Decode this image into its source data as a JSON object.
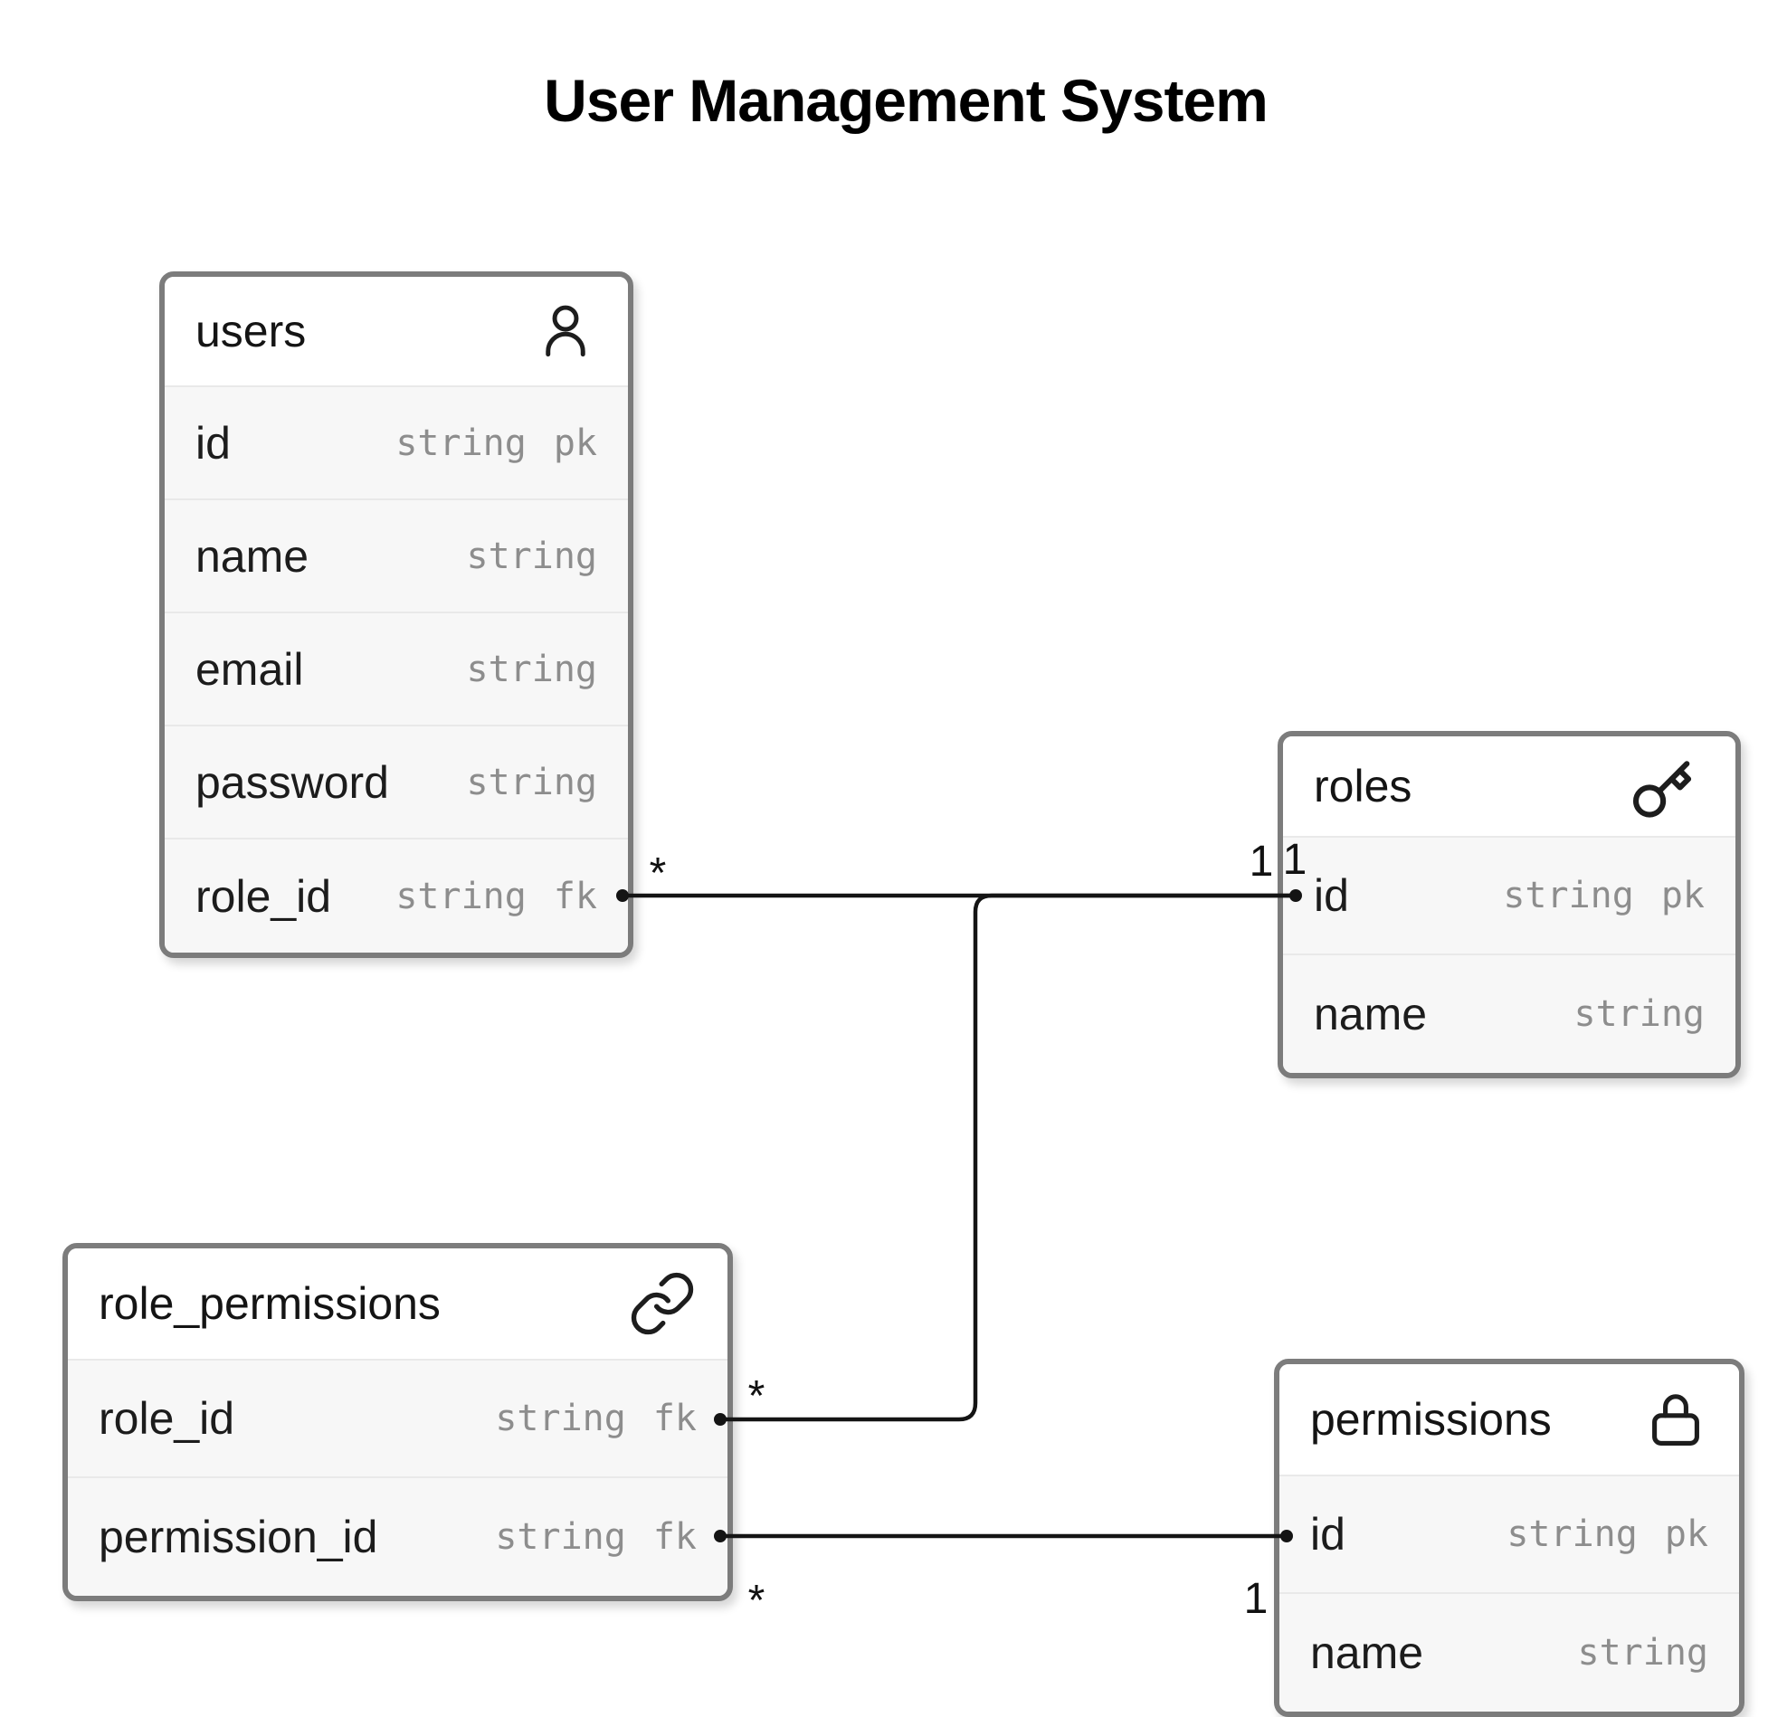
{
  "title": "User Management System",
  "colors": {
    "table_border": "#7c7c7c",
    "header_bg": "#ffffff",
    "row_bg": "#f7f7f7",
    "attribute_text": "#1c1c1c",
    "type_text": "#8d8d8d",
    "line": "#141414"
  },
  "entities": [
    {
      "name": "users",
      "icon": "user-icon",
      "attributes": [
        {
          "name": "id",
          "type": "string",
          "key": "pk"
        },
        {
          "name": "name",
          "type": "string",
          "key": ""
        },
        {
          "name": "email",
          "type": "string",
          "key": ""
        },
        {
          "name": "password",
          "type": "string",
          "key": ""
        },
        {
          "name": "role_id",
          "type": "string",
          "key": "fk"
        }
      ]
    },
    {
      "name": "roles",
      "icon": "key-icon",
      "attributes": [
        {
          "name": "id",
          "type": "string",
          "key": "pk"
        },
        {
          "name": "name",
          "type": "string",
          "key": ""
        }
      ]
    },
    {
      "name": "role_permissions",
      "icon": "link-icon",
      "attributes": [
        {
          "name": "role_id",
          "type": "string",
          "key": "fk"
        },
        {
          "name": "permission_id",
          "type": "string",
          "key": "fk"
        }
      ]
    },
    {
      "name": "permissions",
      "icon": "lock-icon",
      "attributes": [
        {
          "name": "id",
          "type": "string",
          "key": "pk"
        },
        {
          "name": "name",
          "type": "string",
          "key": ""
        }
      ]
    }
  ],
  "relationships": [
    {
      "from": "users.role_id",
      "to": "roles.id",
      "from_card": "*",
      "to_card": "1"
    },
    {
      "from": "role_permissions.role_id",
      "to": "roles.id",
      "from_card": "*",
      "to_card": "1"
    },
    {
      "from": "role_permissions.permission_id",
      "to": "permissions.id",
      "from_card": "*",
      "to_card": "1"
    }
  ]
}
